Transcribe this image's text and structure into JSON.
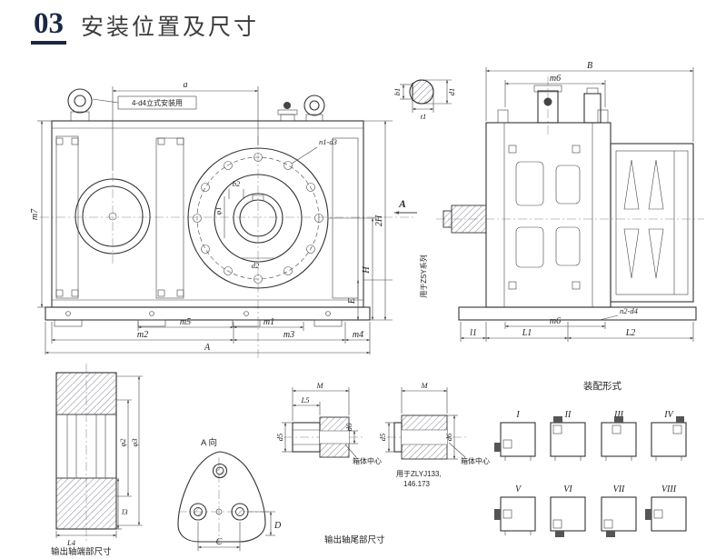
{
  "header": {
    "number": "03",
    "title": "安装位置及尺寸"
  },
  "colors": {
    "line": "#333333",
    "header_accent": "#1b2742",
    "background": "#ffffff"
  },
  "front_view": {
    "dim_a": "a",
    "note_vertical_mount": "4-d4立式安装用",
    "dim_m7": "m7",
    "label_n1_d3": "n1-d3",
    "dim_b2": "b2",
    "dim_phi1": "φ1",
    "dim_d2": "d2",
    "dim_2h": "2H",
    "dim_h": "H",
    "dim_e": "E",
    "dim_m5": "m5",
    "dim_m1": "m1",
    "dim_m2": "m2",
    "dim_m3": "m3",
    "dim_m4": "m4",
    "dim_A": "A",
    "view_arrow": "A"
  },
  "side_view": {
    "dim_B": "B",
    "dim_m6_top": "m6",
    "dim_d1": "d1",
    "dim_b1": "b1",
    "dim_t1": "t1",
    "note_series": "用于ZSY系列",
    "dim_l1": "l1",
    "dim_L1": "L1",
    "dim_L2": "L2",
    "label_n2_d4": "n2-d4",
    "dim_m6_bottom": "m6"
  },
  "shaft_end_view": {
    "dim_phi2": "φ2",
    "dim_phi3": "φ3",
    "dim_L4": "L4",
    "dim_l3": "l3",
    "caption": "输出轴端部尺寸"
  },
  "a_direction_view": {
    "label": "A 向",
    "dim_C": "C",
    "dim_D": "D"
  },
  "tail_detail": {
    "dim_M_left": "M",
    "dim_L5": "L5",
    "dim_d5_left": "d5",
    "dim_d6_left": "d6",
    "center_note_left": "箱体中心",
    "dim_M_right": "M",
    "dim_d5_right": "d5",
    "dim_d6_right": "d6",
    "center_note_right": "箱体中心",
    "usage_note_line1": "用于ZLYJ133,",
    "usage_note_line2": "146.173",
    "caption": "输出轴尾部尺寸"
  },
  "assembly_forms": {
    "title": "装配形式",
    "items": [
      "I",
      "II",
      "III",
      "IV",
      "V",
      "VI",
      "VII",
      "VIII"
    ]
  }
}
